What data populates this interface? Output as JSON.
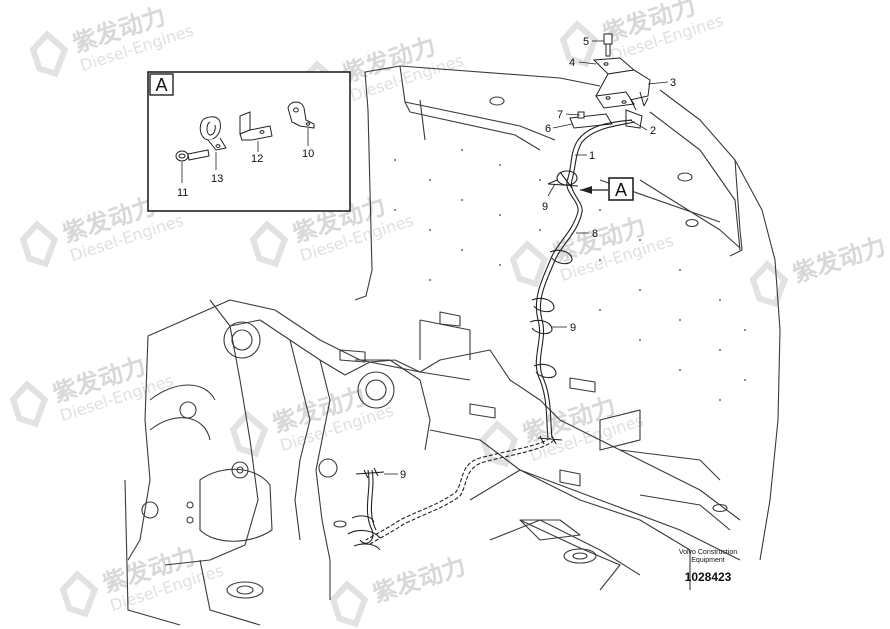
{
  "watermark": {
    "brand": "紫发动力",
    "sub": "Diesel-Engines"
  },
  "detail_box": {
    "letter": "A",
    "labels": [
      "11",
      "13",
      "12",
      "10"
    ]
  },
  "callouts": [
    "5",
    "4",
    "3",
    "7",
    "6",
    "2",
    "1",
    "9",
    "8",
    "9",
    "9"
  ],
  "view_marker": "A",
  "credit": {
    "line1": "Volvo Construction",
    "line2": "Equipment",
    "number": "1028423"
  }
}
